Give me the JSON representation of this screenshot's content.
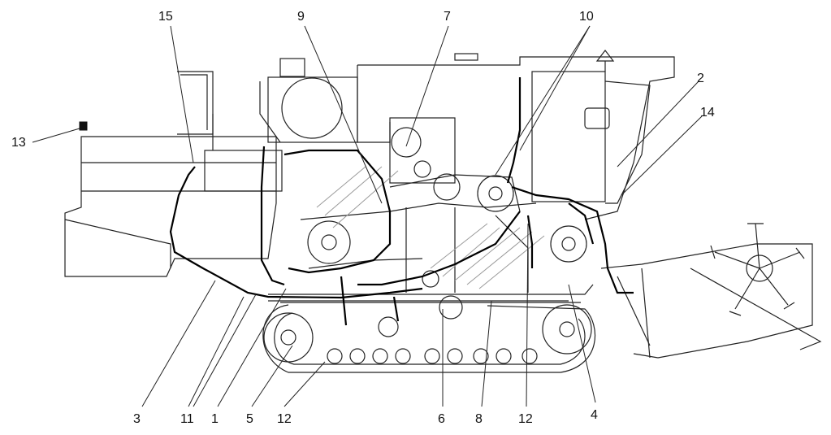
{
  "callouts": {
    "c15": "15",
    "c9": "9",
    "c7": "7",
    "c10": "10",
    "c2": "2",
    "c14": "14",
    "c13": "13",
    "c3": "3",
    "c11": "11",
    "c1": "1",
    "c5": "5",
    "c12a": "12",
    "c6": "6",
    "c8": "8",
    "c12b": "12",
    "c4": "4"
  },
  "colors": {
    "line": "#222222",
    "wire": "#000000",
    "background": "#ffffff",
    "hatch": "#9a9a9a"
  }
}
